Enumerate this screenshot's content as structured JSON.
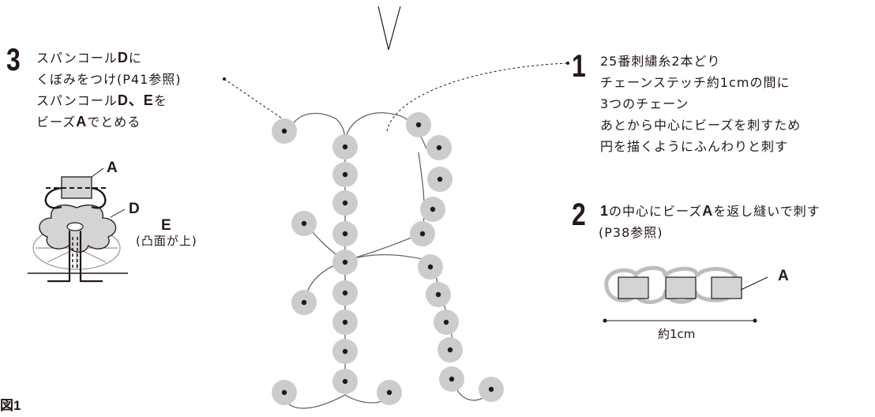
{
  "step3": {
    "number": "3",
    "line1_pre": "スパンコール",
    "line1_bold": "D",
    "line1_post": "に",
    "line2": "くぼみをつけ(P41参照)",
    "line3_pre": "スパンコール",
    "line3_bold": "D、E",
    "line3_post": "を",
    "line4_pre": "ビーズ",
    "line4_bold": "A",
    "line4_post": "でとめる"
  },
  "step1": {
    "number": "1",
    "lines": [
      "25番刺繍糸2本どり",
      "チェーンステッチ約1cmの間に",
      "3つのチェーン",
      "あとから中心にビーズを刺すため",
      "円を描くようにふんわりと刺す"
    ]
  },
  "step2": {
    "number": "2",
    "line1_ref": "1",
    "line1_mid": "の中心にビーズ",
    "line1_bold": "A",
    "line1_post": "を返し縫いで刺す",
    "line2": "(P38参照)"
  },
  "left_diagram": {
    "label_a": "A",
    "label_d": "D",
    "label_e": "E",
    "label_e_note": "(凸面が上)"
  },
  "right_diagram": {
    "label_a": "A",
    "measure": "約1cm"
  },
  "figure_label": "図1",
  "colors": {
    "ink": "#231815",
    "bead_fill": "#cccccc",
    "line_gray": "#666666"
  }
}
